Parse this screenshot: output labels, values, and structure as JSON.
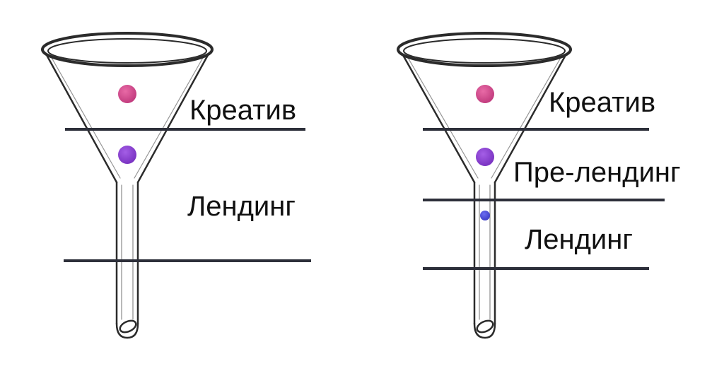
{
  "colors": {
    "outline": "#2b2b2b",
    "divider": "#2d2f3a",
    "dot_top": "#d0488a",
    "dot_middle": "#8a3ed0",
    "dot_small": "#4b4dd8",
    "background": "#ffffff"
  },
  "left_funnel": {
    "stages": [
      {
        "label": "Креатив"
      },
      {
        "label": "Лендинг"
      }
    ]
  },
  "right_funnel": {
    "stages": [
      {
        "label": "Креатив"
      },
      {
        "label": "Пре-лендинг"
      },
      {
        "label": "Лендинг"
      }
    ]
  }
}
